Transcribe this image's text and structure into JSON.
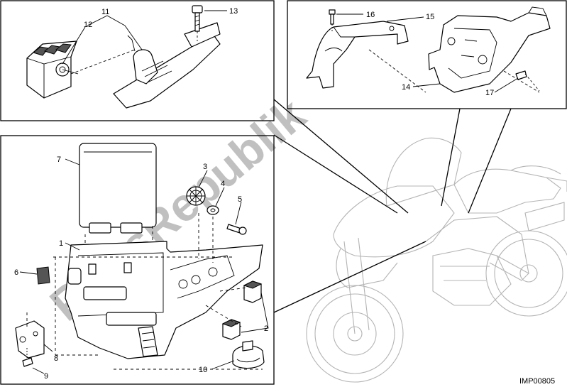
{
  "diagram": {
    "image_code": "IMP00805",
    "watermark": "PartsRepublik",
    "labels": {
      "l1": "1",
      "l2": "2",
      "l3": "3",
      "l4": "4",
      "l5": "5",
      "l6": "6",
      "l7": "7",
      "l8": "8",
      "l9": "9",
      "l10": "10",
      "l11": "11",
      "l12": "12",
      "l13": "13",
      "l14": "14",
      "l15": "15",
      "l16": "16",
      "l17": "17"
    }
  }
}
